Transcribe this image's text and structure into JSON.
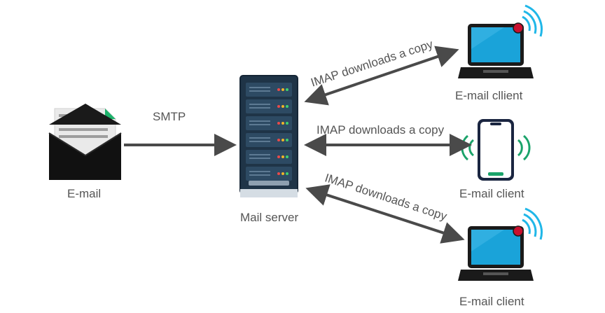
{
  "nodes": {
    "email": {
      "label": "E-mail",
      "icon": "envelope-icon"
    },
    "server": {
      "label": "Mail server",
      "icon": "server-rack-icon"
    },
    "client_top": {
      "label": "E-mail cllient",
      "icon": "laptop-icon"
    },
    "client_mid": {
      "label": "E-mail client",
      "icon": "smartphone-icon"
    },
    "client_bottom": {
      "label": "E-mail client",
      "icon": "laptop-icon"
    }
  },
  "edges": {
    "smtp": {
      "label": "SMTP"
    },
    "imap_top": {
      "label": "IMAP downloads a copy"
    },
    "imap_mid": {
      "label": "IMAP downloads a copy"
    },
    "imap_bottom": {
      "label": "IMAP downloads a copy"
    }
  },
  "colors": {
    "arrow": "#4a4a4a",
    "envelope": "#111111",
    "server_body": "#1f3447",
    "screen": "#1aa3d9",
    "notification": "#c8102e",
    "signal": "#20b7e8",
    "phone_signal": "#1aa36a",
    "text": "#555555"
  }
}
